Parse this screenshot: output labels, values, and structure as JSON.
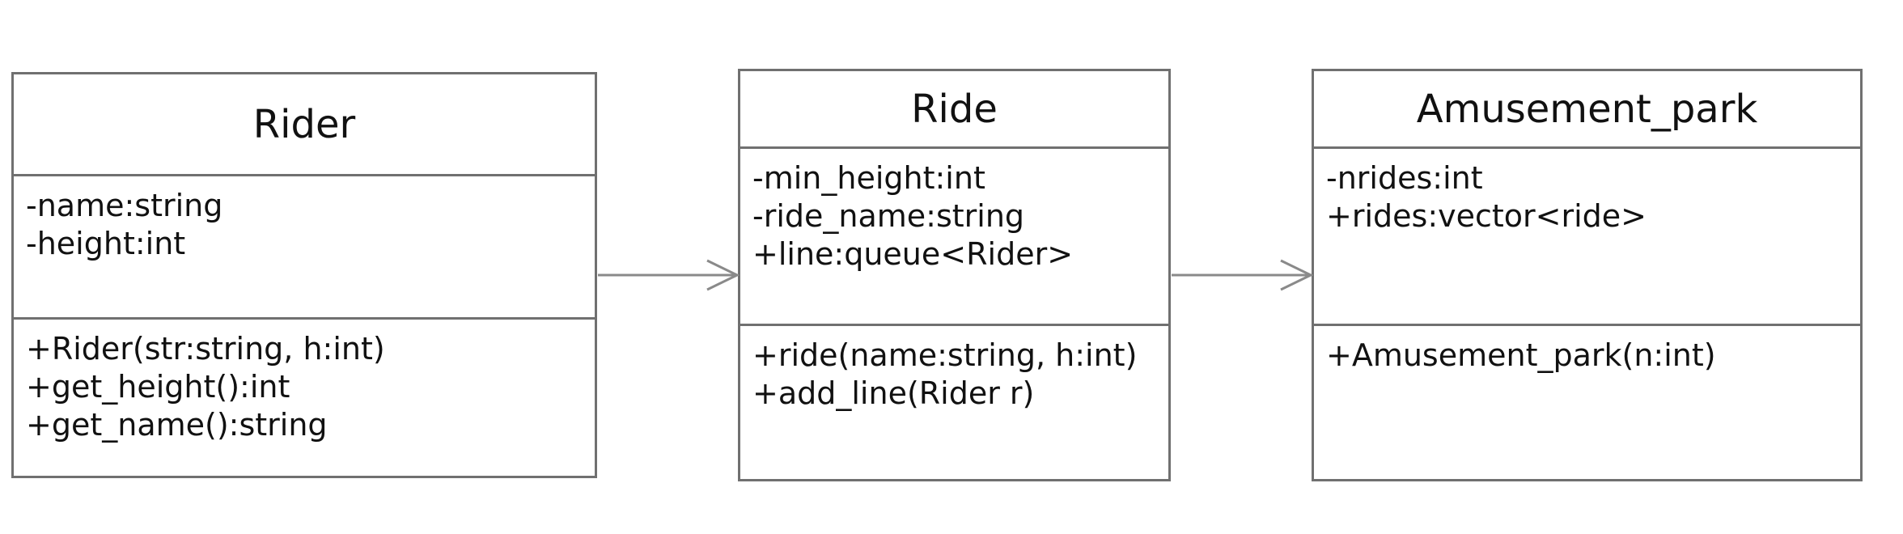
{
  "classes": [
    {
      "name": "Rider",
      "attributes": [
        "-name:string",
        "-height:int"
      ],
      "methods": [
        "+Rider(str:string, h:int)",
        "+get_height():int",
        "+get_name():string"
      ]
    },
    {
      "name": "Ride",
      "attributes": [
        "-min_height:int",
        "-ride_name:string",
        "+line:queue<Rider>"
      ],
      "methods": [
        "+ride(name:string, h:int)",
        "+add_line(Rider r)"
      ]
    },
    {
      "name": "Amusement_park",
      "attributes": [
        "-nrides:int",
        "+rides:vector<ride>"
      ],
      "methods": [
        "+Amusement_park(n:int)"
      ]
    }
  ],
  "relations": [
    {
      "from": "Rider",
      "to": "Ride",
      "type": "association"
    },
    {
      "from": "Ride",
      "to": "Amusement_park",
      "type": "association"
    }
  ],
  "colors": {
    "border": "#707070",
    "arrow": "#8a8a8a",
    "text": "#111111"
  }
}
